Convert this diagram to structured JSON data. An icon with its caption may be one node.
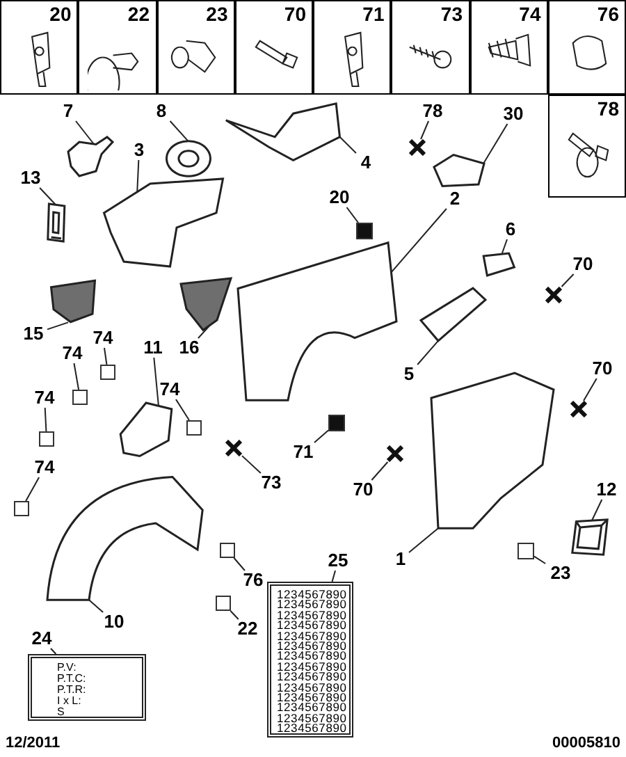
{
  "diagram": {
    "nodes": [
      {
        "text": [
          "20"
        ]
      },
      {
        "text": [
          "22"
        ]
      },
      {
        "text": [
          "23"
        ]
      },
      {
        "text": [
          "70"
        ]
      },
      {
        "text": [
          "71"
        ]
      },
      {
        "text": [
          "73"
        ]
      },
      {
        "text": [
          "74"
        ]
      },
      {
        "text": [
          "76"
        ]
      },
      {
        "text": [
          "78"
        ]
      },
      {
        "text": [
          "7"
        ]
      },
      {
        "text": [],
        "shape": "picture"
      },
      {
        "text": [
          "8"
        ]
      },
      {
        "text": [],
        "shape": "picture"
      },
      {
        "text": [
          "3"
        ]
      },
      {
        "text": [],
        "shape": "picture"
      },
      {
        "text": [
          "4"
        ]
      },
      {
        "text": [],
        "shape": "picture"
      },
      {
        "text": [
          "78"
        ]
      },
      {
        "text": [],
        "shape": "cross"
      },
      {
        "text": [
          "30"
        ]
      },
      {
        "text": [],
        "shape": "picture"
      },
      {
        "text": [
          "13"
        ]
      },
      {
        "text": [],
        "shape": "picture"
      },
      {
        "text": [
          "20"
        ]
      },
      {
        "text": [],
        "shape": "box"
      },
      {
        "text": [
          "2"
        ]
      },
      {
        "text": [],
        "shape": "picture"
      },
      {
        "text": [
          "6"
        ]
      },
      {
        "text": [],
        "shape": "picture"
      },
      {
        "text": [
          "15"
        ]
      },
      {
        "text": [],
        "shape": "picture"
      },
      {
        "text": [
          "16"
        ]
      },
      {
        "text": [],
        "shape": "picture"
      },
      {
        "text": [
          "71"
        ]
      },
      {
        "text": [],
        "shape": "box"
      },
      {
        "text": [
          "70"
        ]
      },
      {
        "text": [],
        "shape": "cross"
      },
      {
        "text": [
          "70"
        ]
      },
      {
        "text": [],
        "shape": "cross"
      },
      {
        "text": [
          "5"
        ]
      },
      {
        "text": [],
        "shape": "picture"
      },
      {
        "text": [
          "74"
        ]
      },
      {
        "text": [],
        "shape": "box"
      },
      {
        "text": [
          "74"
        ]
      },
      {
        "text": [],
        "shape": "box"
      },
      {
        "text": [
          "11"
        ]
      },
      {
        "text": [],
        "shape": "picture"
      },
      {
        "text": [
          "74"
        ]
      },
      {
        "text": [],
        "shape": "box"
      },
      {
        "text": [
          "74"
        ]
      },
      {
        "text": [],
        "shape": "box"
      },
      {
        "text": [
          "74"
        ]
      },
      {
        "text": [],
        "shape": "box"
      },
      {
        "text": [
          "73"
        ]
      },
      {
        "text": [],
        "shape": "cross"
      },
      {
        "text": [
          "70"
        ]
      },
      {
        "text": [],
        "shape": "cross"
      },
      {
        "text": [
          "23"
        ]
      },
      {
        "text": [],
        "shape": "box"
      },
      {
        "text": [
          "12"
        ]
      },
      {
        "text": [],
        "shape": "picture"
      },
      {
        "text": [
          "76"
        ]
      },
      {
        "text": [],
        "shape": "box"
      },
      {
        "text": [
          "22"
        ]
      },
      {
        "text": [],
        "shape": "box"
      },
      {
        "text": [
          "10"
        ]
      },
      {
        "text": [],
        "shape": "picture"
      },
      {
        "text": [
          "1"
        ]
      },
      {
        "text": [],
        "shape": "picture"
      },
      {
        "text": [
          "25"
        ]
      },
      {
        "text": [
          "1234567890",
          "1234567890",
          "1234567890",
          "1234567890",
          "1234567890",
          "1234567890",
          "1234567890",
          "1234567890",
          "1234567890",
          "1234567890",
          "1234567890",
          "1234567890",
          "1234567890",
          "1234567890"
        ]
      },
      {
        "text": [
          "24"
        ]
      },
      {
        "text": [
          "P.V:",
          "P.T.C:",
          "P.T.R:",
          "I x L:",
          "S"
        ]
      }
    ],
    "edges": [
      {
        "from": 9,
        "to": 10,
        "arrow": "none"
      },
      {
        "from": 11,
        "to": 12,
        "arrow": "none"
      },
      {
        "from": 13,
        "to": 14,
        "arrow": "none"
      },
      {
        "from": 15,
        "to": 16,
        "arrow": "none"
      },
      {
        "from": 17,
        "to": 18,
        "arrow": "none"
      },
      {
        "from": 19,
        "to": 20,
        "arrow": "none"
      },
      {
        "from": 21,
        "to": 22,
        "arrow": "none"
      },
      {
        "from": 23,
        "to": 24,
        "arrow": "none"
      },
      {
        "from": 25,
        "to": 26,
        "arrow": "none"
      },
      {
        "from": 27,
        "to": 28,
        "arrow": "none"
      },
      {
        "from": 29,
        "to": 30,
        "arrow": "none"
      },
      {
        "from": 31,
        "to": 32,
        "arrow": "none"
      },
      {
        "from": 33,
        "to": 34,
        "arrow": "none"
      },
      {
        "from": 35,
        "to": 36,
        "arrow": "none"
      },
      {
        "from": 37,
        "to": 38,
        "arrow": "none"
      },
      {
        "from": 39,
        "to": 40,
        "arrow": "none"
      },
      {
        "from": 41,
        "to": 42,
        "arrow": "none"
      },
      {
        "from": 43,
        "to": 44,
        "arrow": "none"
      },
      {
        "from": 45,
        "to": 46,
        "arrow": "none"
      },
      {
        "from": 47,
        "to": 48,
        "arrow": "none"
      },
      {
        "from": 49,
        "to": 50,
        "arrow": "none"
      },
      {
        "from": 51,
        "to": 52,
        "arrow": "none"
      },
      {
        "from": 53,
        "to": 54,
        "arrow": "none"
      },
      {
        "from": 55,
        "to": 56,
        "arrow": "none"
      },
      {
        "from": 57,
        "to": 58,
        "arrow": "none"
      },
      {
        "from": 59,
        "to": 60,
        "arrow": "none"
      },
      {
        "from": 61,
        "to": 62,
        "arrow": "none"
      },
      {
        "from": 63,
        "to": 64,
        "arrow": "none"
      },
      {
        "from": 65,
        "to": 66,
        "arrow": "none"
      },
      {
        "from": 67,
        "to": 68,
        "arrow": "none"
      },
      {
        "from": 69,
        "to": 70,
        "arrow": "none"
      },
      {
        "from": 71,
        "to": 72,
        "arrow": "none"
      }
    ],
    "labels": [
      "12/2011",
      "00005810"
    ]
  }
}
